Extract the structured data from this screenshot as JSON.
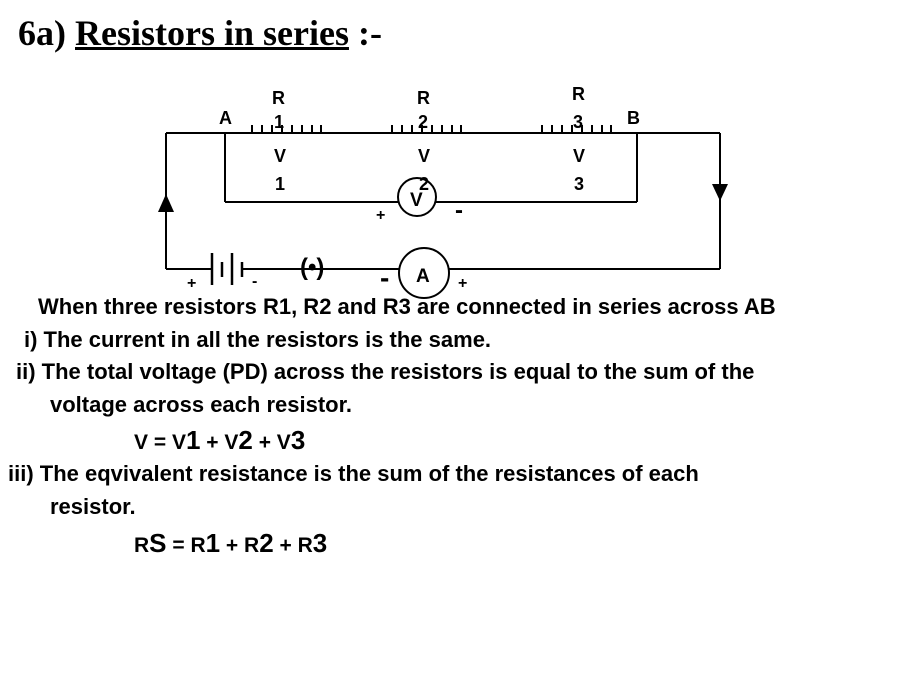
{
  "title": {
    "number": "6a)",
    "main": "Resistors in series",
    "suffix": ":-"
  },
  "circuit": {
    "points": [
      "A",
      "B"
    ],
    "resistors": [
      {
        "label": "R",
        "index": "1"
      },
      {
        "label": "R",
        "index": "2"
      },
      {
        "label": "R",
        "index": "3"
      }
    ],
    "voltages": [
      {
        "label": "V",
        "index": "1"
      },
      {
        "label": "V",
        "index": "2"
      },
      {
        "label": "V",
        "index": "3"
      }
    ],
    "voltmeter": {
      "label": "V",
      "plus": "+",
      "minus": "-"
    },
    "ammeter": {
      "label": "A",
      "plus": "+",
      "minus": "-"
    },
    "battery": {
      "plus": "+",
      "minus": "-"
    },
    "key": "(•)"
  },
  "text": {
    "intro": "When three resistors  R1, R2 and R3 are connected in series across AB",
    "p1": "i)  The current in all the resistors is the same.",
    "p2a": "ii)  The total voltage (PD) across the resistors is equal to the sum of the",
    "p2b": "voltage across each resistor.",
    "p3a": "iii)  The eqvivalent resistance is the sum of the resistances of each",
    "p3b": "resistor."
  },
  "eq_v": {
    "v": "V",
    "eq": " = ",
    "v1a": "V",
    "v1b": "1",
    "p1": " + ",
    "v2a": "V",
    "v2b": "2",
    "p2": " + ",
    "v3a": "V",
    "v3b": "3"
  },
  "eq_r": {
    "ra": "R",
    "rb": "S",
    "eq": " = ",
    "r1a": "R",
    "r1b": "1",
    "p1": " +  ",
    "r2a": "R",
    "r2b": "2",
    "p2": " +  ",
    "r3a": "R",
    "r3b": "3"
  }
}
